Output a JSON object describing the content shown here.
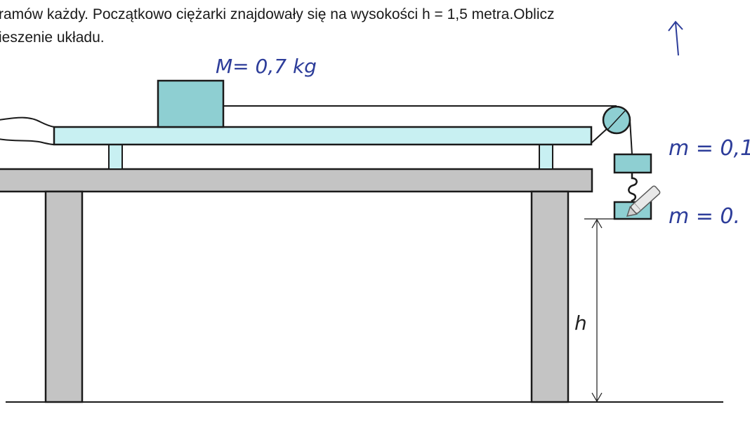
{
  "problem": {
    "line1": "ramów każdy. Początkowo ciężarki znajdowały się na wysokości h = 1,5 metra.Oblicz",
    "line2": "ieszenie układu."
  },
  "annotations": {
    "big_mass": "M= 0,7 kg",
    "upper_mass": "m = 0,1",
    "lower_mass": "m = 0.",
    "height_label": "h"
  },
  "colors": {
    "block_fill": "#8ecfd2",
    "board_fill": "#c8f0f2",
    "table_fill": "#c4c4c4",
    "ink_blue": "#2d3d9a",
    "outline": "#1a1a1a"
  },
  "icons": [
    "pen-cursor-icon",
    "arrow-up-annotation-icon",
    "pulley-icon",
    "hook-icon"
  ]
}
